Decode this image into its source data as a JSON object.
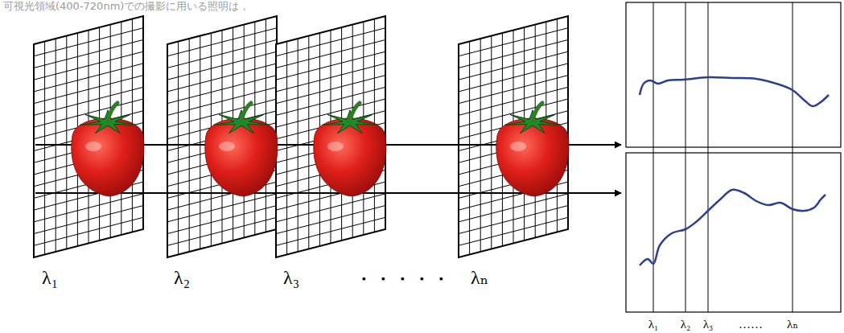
{
  "diagram": {
    "labels": [
      "可視光領域(400-720nm)での撮影に用いる照明は，",
      "λ₁",
      "λ₂",
      "λ₃",
      "・・・・・",
      "λₙ",
      "λ₁",
      "λ₂",
      "λ₃",
      "……",
      "λₙ"
    ]
  }
}
